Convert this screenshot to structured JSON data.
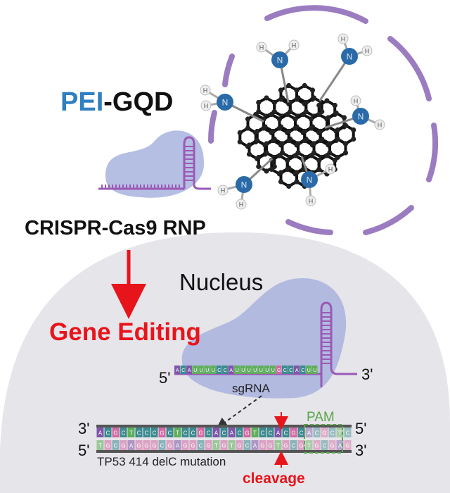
{
  "title": {
    "pei": "PEI",
    "gqd": "-GQD"
  },
  "rnp_label": "CRISPR-Cas9 RNP",
  "nucleus_label": "Nucleus",
  "gene_editing_label": "Gene Editing",
  "sgrna_label": "sgRNA",
  "sgrna_sequence": [
    "A",
    "C",
    "A",
    "U",
    "U",
    "U",
    "U",
    "C",
    "C",
    "A",
    "U",
    "U",
    "U",
    "U",
    "U",
    "U",
    "U",
    "G",
    "C",
    "C",
    "A",
    "C",
    "U",
    "U"
  ],
  "dna_top_sequence": [
    "A",
    "C",
    "G",
    "C",
    "T",
    "C",
    "C",
    "C",
    "G",
    "C",
    "T",
    "C",
    "C",
    "G",
    "C",
    "A",
    "C",
    "A",
    "C",
    "G",
    "T",
    "C",
    "C",
    "A",
    "C",
    "G",
    "C",
    "A",
    "C",
    "G",
    "C",
    "T",
    "C"
  ],
  "dna_bottom_sequence": [
    "T",
    "G",
    "C",
    "G",
    "A",
    "G",
    "G",
    "G",
    "C",
    "G",
    "A",
    "G",
    "G",
    "C",
    "G",
    "T",
    "G",
    "T",
    "G",
    "C",
    "A",
    "G",
    "G",
    "T",
    "G",
    "C",
    "G",
    "T",
    "G",
    "C",
    "G",
    "A",
    "G"
  ],
  "pam_label": "PAM",
  "mutation_label": "TP53 414 delC mutation",
  "cleavage_label": "cleavage",
  "primes": {
    "sgrna_5": "5'",
    "sgrna_3": "3'",
    "dna_top_left": "3'",
    "dna_top_right": "5'",
    "dna_bottom_left": "5'",
    "dna_bottom_right": "3'"
  },
  "nh2_atom_labels": {
    "nitrogen": "N",
    "hydrogen": "H"
  },
  "colors": {
    "pei_blue": "#2f7fc1",
    "red": "#e8141b",
    "nucleus_fill": "#e6e5ea",
    "protein_fill": "#a8b3de",
    "rna_purple": "#9b59b6",
    "pam_green": "#5aa64a",
    "ring_purple": "#9b7cc0",
    "nitrogen_blue": "#2a6aa8"
  },
  "base_colors": {
    "A": "#7d56a8",
    "C": "#3c8a8f",
    "G": "#d26aa3",
    "U": "#5fae5a",
    "T": "#5fae5a"
  },
  "icons": [
    "graphene-quantum-dot-icon",
    "amine-group-icon",
    "cas9-protein-icon",
    "arrow-down-icon",
    "dashed-arrow-icon",
    "cleavage-arrow-icon"
  ]
}
